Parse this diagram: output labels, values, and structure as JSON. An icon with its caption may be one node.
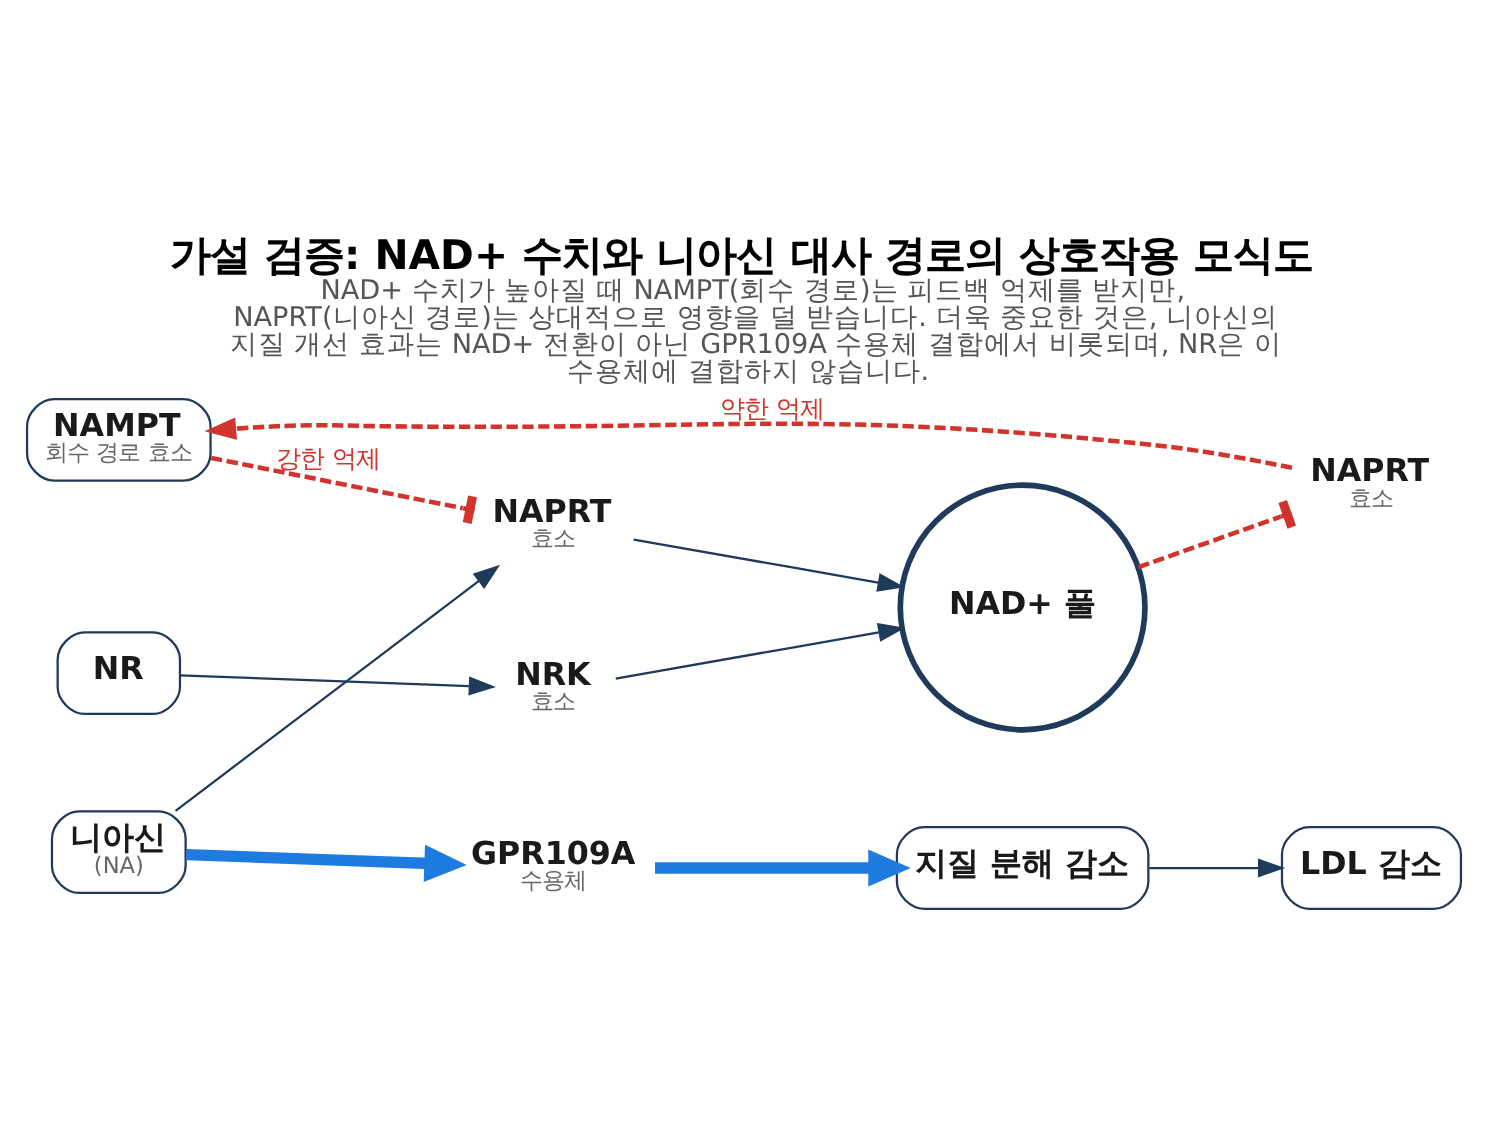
{
  "diagram": {
    "title": "가설 검증: NAD+ 수치와 니아신 대사 경로의 상호작용 모식도",
    "caption": "NAD+ 수치가 높아질 때 NAMPT(회수 경로)는 피드백 억제를 받지만, NAPRT(니아신 경로)는 상대적으로 영향을 덜 받습니다. 더욱 중요한 것은, 니아신의 지질 개선 효과는 NAD+ 전환이 아닌 GPR109A 수용체 결합에서 비롯되며, NR은 이 수용체에 결합하지 않습니다.",
    "nodes": [
      {
        "text": [
          "NAMPT",
          "회수 경로 효소"
        ]
      },
      {
        "text": [
          "NAPRT",
          "효소"
        ]
      },
      {
        "text": [
          "NAPRT",
          "효소"
        ]
      },
      {
        "text": [
          "니아신",
          "(NA)"
        ]
      },
      {
        "text": [
          "NAD+ 풀"
        ]
      },
      {
        "text": [
          "NR"
        ]
      },
      {
        "text": [
          "GPR109A",
          "수용체"
        ]
      },
      {
        "text": [
          "NRK",
          "효소"
        ]
      },
      {
        "text": [
          "지질 분해 감소"
        ]
      },
      {
        "text": [
          "LDL 감소"
        ]
      }
    ],
    "edges": [
      {
        "from": 0,
        "to": 1,
        "arrow": "other",
        "label": "강한 억제",
        "style": "dashed",
        "color": "#d0342c"
      },
      {
        "from": 2,
        "to": 0,
        "arrow": "to",
        "label": "약한 억제",
        "style": "dashed",
        "color": "#d0342c"
      },
      {
        "from": 4,
        "to": 2,
        "arrow": "other",
        "style": "dashed",
        "color": "#d0342c"
      },
      {
        "from": 3,
        "to": 1,
        "arrow": "to"
      },
      {
        "from": 1,
        "to": 4,
        "arrow": "to"
      },
      {
        "from": 3,
        "to": 6,
        "arrow": "to",
        "style": "thick",
        "color": "#1e7be0"
      },
      {
        "from": 6,
        "to": 8,
        "arrow": "to",
        "style": "thick",
        "color": "#1e7be0"
      },
      {
        "from": 8,
        "to": 9,
        "arrow": "to"
      },
      {
        "from": 5,
        "to": 7,
        "arrow": "to"
      },
      {
        "from": 7,
        "to": 4,
        "arrow": "to"
      }
    ]
  }
}
